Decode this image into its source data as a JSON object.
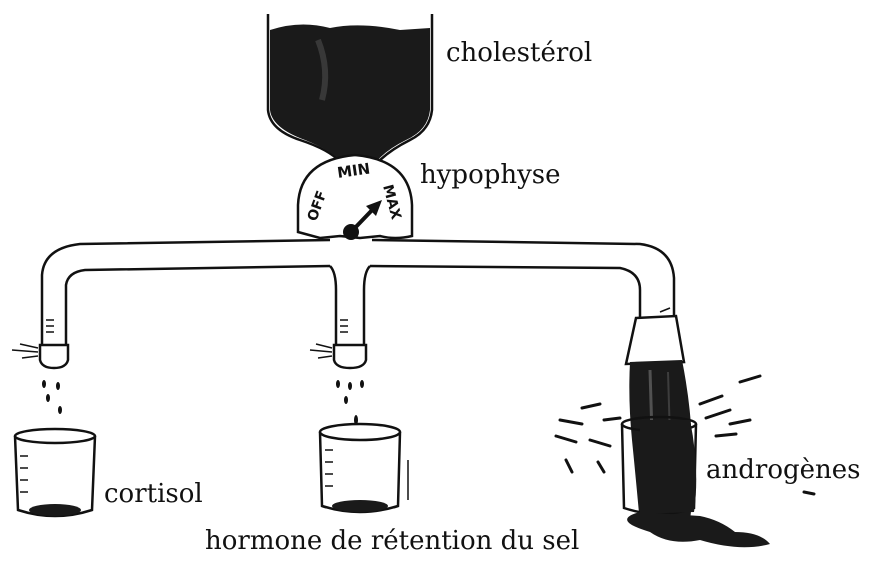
{
  "labels": {
    "cholesterol": "cholestérol",
    "pituitary": "hypophyse",
    "cortisol": "cortisol",
    "androgens": "androgènes",
    "salt_hormone": "hormone de rétention du sel"
  },
  "dial": {
    "off": "OFF",
    "min": "MIN",
    "max": "MAX"
  },
  "colors": {
    "ink": "#111111",
    "fluid": "#1a1a1a",
    "paper": "#ffffff"
  }
}
